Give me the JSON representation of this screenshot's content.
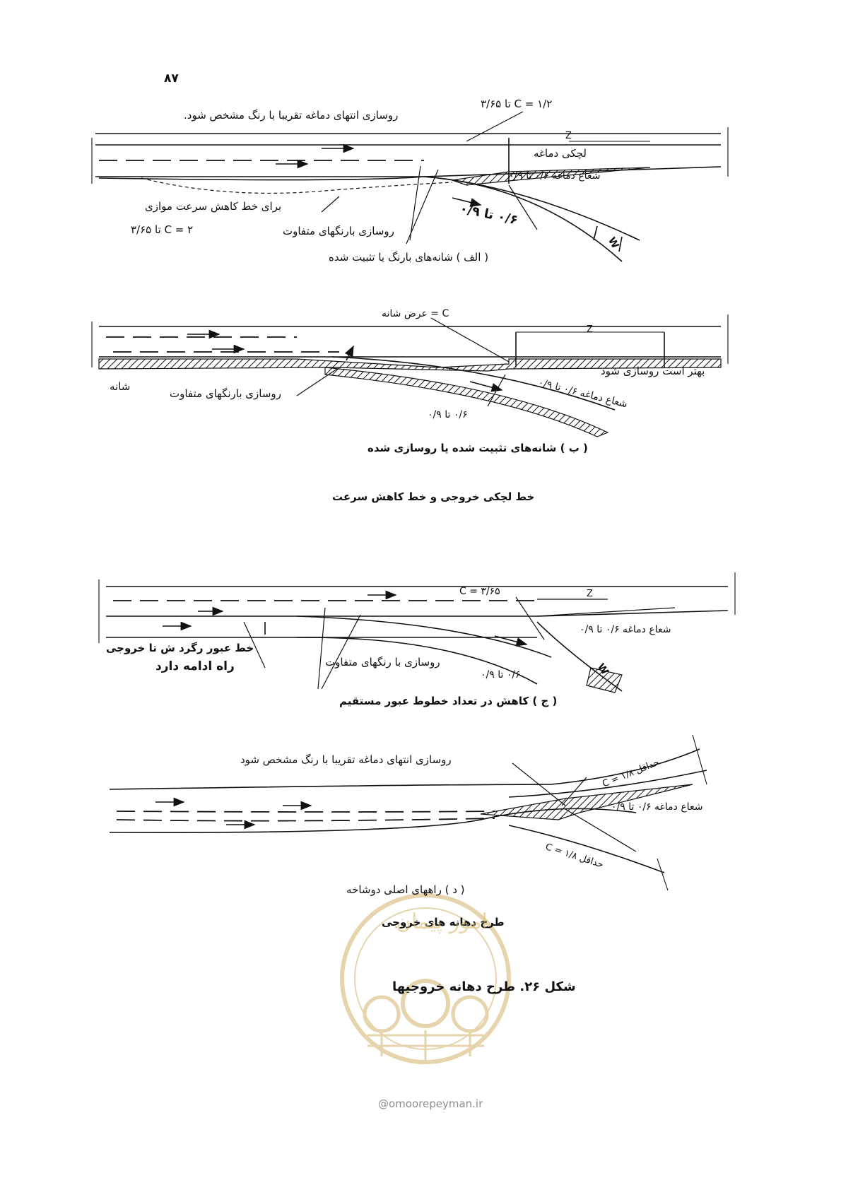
{
  "page_number": "۸۷",
  "figure_a": {
    "top_note": "روسازی انتهای دماغه تقریبا با رنگ مشخص شود.",
    "c_top": "C = ۱/۲ تا ۳/۶۵",
    "z": "Z",
    "nose_label": "لچکی دماغه",
    "nose_radius": "شعاع دماغه ۰/۶ تا ۰/۹",
    "radius_left": "۰/۶ تا ۰/۹",
    "parallel_label": "برای خط کاهش سرعت موازی",
    "c_left": "C = ۲ تا ۳/۶۵",
    "pavement_label": "روسازی بارنگهای متفاوت",
    "w": "W",
    "caption": "( الف ) شانه‌های بارنگ یا تثبیت شده"
  },
  "figure_b": {
    "c_label": "C = عرض شانه",
    "z": "Z",
    "paving_note": "بهتر است روسازی شود",
    "nose_radius": "شعاع دماغه ۰/۶ تا ۰/۹",
    "pavement_label": "روسازی بارنگهای متفاوت",
    "shoulder": "شانه",
    "radius_small": "۰/۶ تا ۰/۹",
    "caption": "( ب ) شانه‌های تثبیت شده یا روسازی شده"
  },
  "subtitle_1": "خط لچکی خروجی و خط کاهش سرعت",
  "figure_c": {
    "c_label": "C = ۳/۶۵",
    "z": "Z",
    "nose_radius": "شعاع دماغه ۰/۶ تا ۰/۹",
    "through_note_1": "خط عبور رگرد ش تا خروجی",
    "through_note_2": "راه ادامه دارد",
    "pavement_label": "روسازی با رنگهای متفاوت",
    "radius_small": "۰/۶ تا ۰/۹",
    "w": "W",
    "caption": "( ج ) کاهش در تعداد خطوط عبور مستقیم"
  },
  "figure_d": {
    "top_note": "روسازی انتهای دماغه تقریبا با رنگ مشخص شود",
    "c_upper": "حداقل ۱/۸ = C",
    "nose_radius": "شعاع دماغه ۰/۶ تا ۰/۹",
    "c_lower": "حداقل ۱/۸ = C",
    "caption": "( د ) راههای اصلی دوشاخه",
    "subtitle": "طرح دهانه های خروجی"
  },
  "figure_caption": "شکل ۲۶. طرح دهانه خروجیها",
  "watermark_site": "@omoorepeyman.ir",
  "watermark_logo_text": "امور پیمان"
}
